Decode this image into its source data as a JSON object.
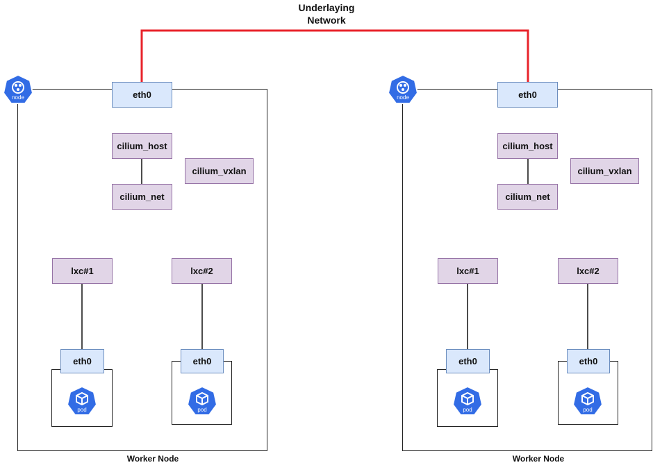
{
  "title": "Underlaying\nNetwork",
  "colors": {
    "eth_fill": "#dae8fc",
    "eth_stroke": "#6c8ebf",
    "cilium_fill": "#e1d5e7",
    "cilium_stroke": "#9673a6",
    "underlay_link": "#e8232b",
    "k8s_blue": "#326ce5"
  },
  "nodes": [
    {
      "icon": "node-icon",
      "icon_text": "node",
      "label": "Worker Node",
      "host_eth": "eth0",
      "cilium_host": "cilium_host",
      "cilium_net": "cilium_net",
      "cilium_vxlan": "cilium_vxlan",
      "lxc": [
        "lxc#1",
        "lxc#2"
      ],
      "pods": [
        {
          "eth": "eth0",
          "icon": "pod-icon",
          "icon_text": "pod"
        },
        {
          "eth": "eth0",
          "icon": "pod-icon",
          "icon_text": "pod"
        }
      ]
    },
    {
      "icon": "node-icon",
      "icon_text": "node",
      "label": "Worker Node",
      "host_eth": "eth0",
      "cilium_host": "cilium_host",
      "cilium_net": "cilium_net",
      "cilium_vxlan": "cilium_vxlan",
      "lxc": [
        "lxc#1",
        "lxc#2"
      ],
      "pods": [
        {
          "eth": "eth0",
          "icon": "pod-icon",
          "icon_text": "pod"
        },
        {
          "eth": "eth0",
          "icon": "pod-icon",
          "icon_text": "pod"
        }
      ]
    }
  ]
}
